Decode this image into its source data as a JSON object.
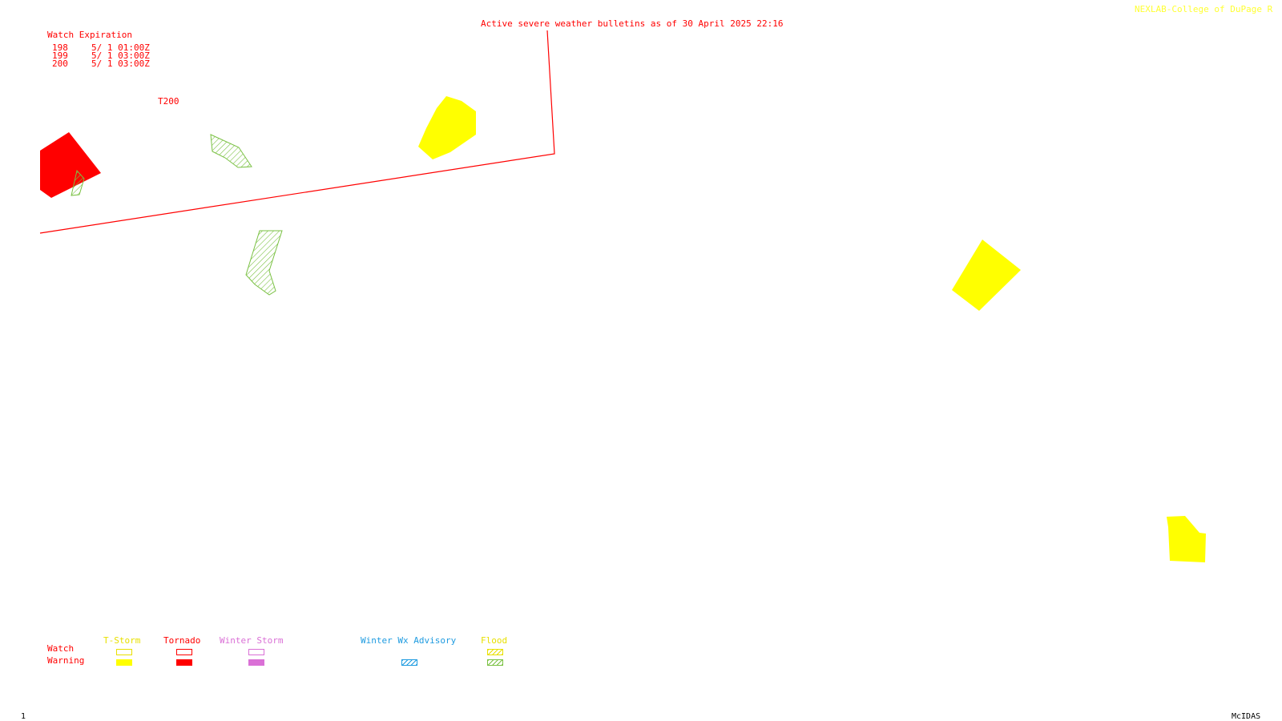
{
  "header": {
    "bulletin_title": "Active severe weather bulletins as of 30 April 2025 22:16",
    "credit": "NEXLAB-College of DuPage R"
  },
  "watch_expiration": {
    "heading": "Watch Expiration",
    "rows": [
      {
        "number": "198",
        "expires": "5/ 1 01:00Z"
      },
      {
        "number": "199",
        "expires": "5/ 1 03:00Z"
      },
      {
        "number": "200",
        "expires": "5/ 1 03:00Z"
      }
    ]
  },
  "map": {
    "watch_label": "T200",
    "areas": [
      {
        "kind": "tornado-warning",
        "color": "#ff0000"
      },
      {
        "kind": "tstorm-warning",
        "color": "#ffff00"
      },
      {
        "kind": "flood-warning",
        "color": "#7ac143"
      }
    ]
  },
  "legend": {
    "row_labels": {
      "watch": "Watch",
      "warning": "Warning"
    },
    "categories": [
      {
        "label": "T-Storm",
        "color": "#e8e000"
      },
      {
        "label": "Tornado",
        "color": "#ff0000"
      },
      {
        "label": "Winter Storm",
        "color": "#da70d6"
      },
      {
        "label": "Winter Wx Advisory",
        "color": "#1e9be0"
      },
      {
        "label": "Flood",
        "color": "#e8e000"
      }
    ]
  },
  "footer": {
    "frame_number": "1",
    "software": "McIDAS"
  }
}
